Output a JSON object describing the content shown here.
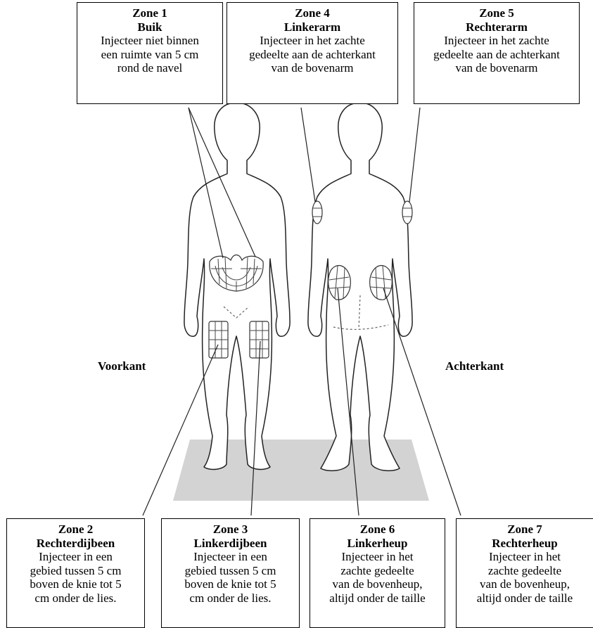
{
  "zones": {
    "z1": {
      "title": "Zone 1",
      "name": "Buik",
      "lines": [
        "Injecteer niet binnen",
        "een ruimte van 5 cm",
        "rond de navel"
      ]
    },
    "z4": {
      "title": "Zone 4",
      "name": "Linkerarm",
      "lines": [
        "Injecteer in het zachte",
        "gedeelte aan de achterkant",
        "van de bovenarm"
      ]
    },
    "z5": {
      "title": "Zone 5",
      "name": "Rechterarm",
      "lines": [
        "Injecteer in het zachte",
        "gedeelte aan de achterkant",
        "van de bovenarm"
      ]
    },
    "z2": {
      "title": "Zone 2",
      "name": "Rechterdijbeen",
      "lines": [
        "Injecteer in een",
        "gebied tussen 5 cm",
        "boven de knie tot 5",
        "cm onder de lies."
      ]
    },
    "z3": {
      "title": "Zone 3",
      "name": "Linkerdijbeen",
      "lines": [
        "Injecteer in een",
        "gebied tussen 5 cm",
        "boven de knie tot 5",
        "cm onder de lies."
      ]
    },
    "z6": {
      "title": "Zone 6",
      "name": "Linkerheup",
      "lines": [
        "Injecteer in het",
        "zachte gedeelte",
        "van de bovenheup,",
        "altijd onder de taille"
      ]
    },
    "z7": {
      "title": "Zone 7",
      "name": "Rechterheup",
      "lines": [
        "Injecteer in het",
        "zachte gedeelte",
        "van de bovenheup,",
        "altijd onder de taille"
      ]
    }
  },
  "labels": {
    "front": "Voorkant",
    "back": "Achterkant"
  }
}
